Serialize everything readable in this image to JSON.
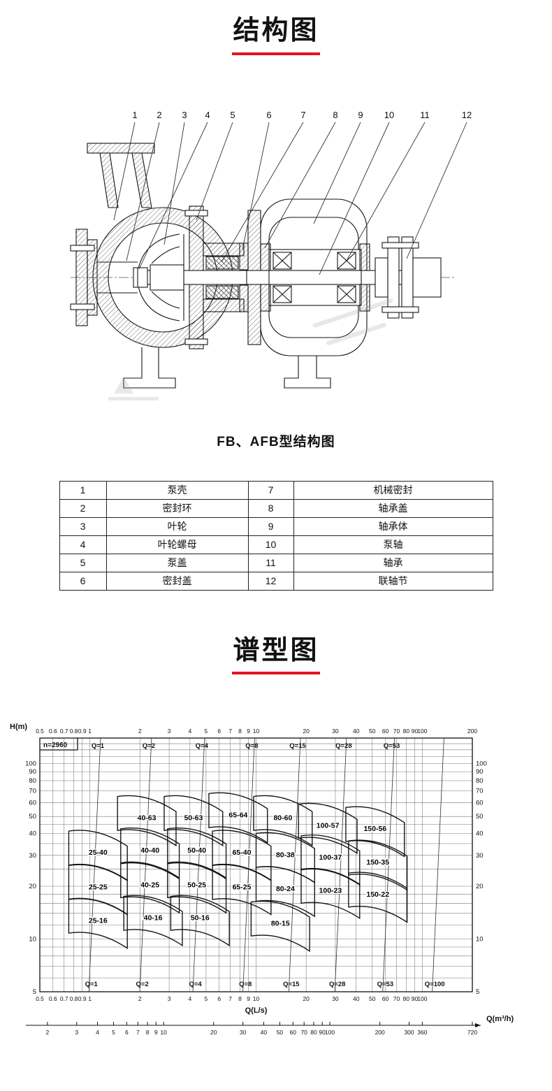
{
  "page": {
    "background": "#ffffff",
    "accent_red": "#e3141e"
  },
  "structure_section": {
    "title": "结构图",
    "caption": "FB、AFB型结构图",
    "callouts": [
      "1",
      "2",
      "3",
      "4",
      "5",
      "6",
      "7",
      "8",
      "9",
      "10",
      "11",
      "12"
    ]
  },
  "parts_table": {
    "rows": [
      [
        "1",
        "泵壳",
        "7",
        "机械密封"
      ],
      [
        "2",
        "密封环",
        "8",
        "轴承盖"
      ],
      [
        "3",
        "叶轮",
        "9",
        "轴承体"
      ],
      [
        "4",
        "叶轮螺母",
        "10",
        "泵轴"
      ],
      [
        "5",
        "泵盖",
        "11",
        "轴承"
      ],
      [
        "6",
        "密封盖",
        "12",
        "联轴节"
      ]
    ]
  },
  "spectrum_section": {
    "title": "谱型图"
  },
  "chart_data": {
    "type": "area",
    "title": "谱型图",
    "speed_label": "n=2960",
    "ylabel": "H(m)",
    "xlabel_ls": "Q(L/s)",
    "xlabel_m3h": "Q(m³/h)",
    "x_range_ls": [
      0.5,
      200
    ],
    "y_range_m": [
      5,
      140
    ],
    "grid": true,
    "legend": "none",
    "x_ticks_ls": [
      0.5,
      0.6,
      0.7,
      0.8,
      0.9,
      1,
      2,
      3,
      4,
      5,
      6,
      7,
      8,
      9,
      10,
      20,
      30,
      40,
      50,
      60,
      70,
      80,
      90,
      100,
      200
    ],
    "y_tick_labels": [
      100,
      90,
      80,
      70,
      60,
      50,
      40,
      30,
      20,
      10,
      5
    ],
    "x_ticks_m3h": [
      2,
      3,
      4,
      5,
      6,
      7,
      8,
      9,
      10,
      20,
      30,
      40,
      50,
      60,
      70,
      80,
      90,
      100,
      200,
      300,
      360,
      720
    ],
    "division_lines": [
      {
        "label": "Q=1",
        "q": 1.16
      },
      {
        "label": "Q=2",
        "q": 2.35
      },
      {
        "label": "Q=4",
        "q": 4.9
      },
      {
        "label": "Q=8",
        "q": 9.8
      },
      {
        "label": "Q=15",
        "q": 18.5
      },
      {
        "label": "Q=28",
        "q": 35
      },
      {
        "label": "Q=53",
        "q": 68
      },
      {
        "label": "Q=100",
        "q": 135,
        "bottom_only": true
      }
    ],
    "regions": [
      {
        "model": "40-63",
        "q_ls": 2.2,
        "h_m": 52
      },
      {
        "model": "50-63",
        "q_ls": 4.2,
        "h_m": 52
      },
      {
        "model": "65-64",
        "q_ls": 7.8,
        "h_m": 54
      },
      {
        "model": "80-60",
        "q_ls": 14.5,
        "h_m": 52
      },
      {
        "model": "100-57",
        "q_ls": 27,
        "h_m": 47
      },
      {
        "model": "150-56",
        "q_ls": 52,
        "h_m": 45
      },
      {
        "model": "25-40",
        "q_ls": 1.12,
        "h_m": 33
      },
      {
        "model": "40-40",
        "q_ls": 2.3,
        "h_m": 34
      },
      {
        "model": "50-40",
        "q_ls": 4.4,
        "h_m": 34
      },
      {
        "model": "65-40",
        "q_ls": 8.2,
        "h_m": 33
      },
      {
        "model": "80-38",
        "q_ls": 15,
        "h_m": 32
      },
      {
        "model": "100-37",
        "q_ls": 28,
        "h_m": 31
      },
      {
        "model": "150-35",
        "q_ls": 54,
        "h_m": 29
      },
      {
        "model": "25-25",
        "q_ls": 1.12,
        "h_m": 21
      },
      {
        "model": "40-25",
        "q_ls": 2.3,
        "h_m": 21.5
      },
      {
        "model": "50-25",
        "q_ls": 4.4,
        "h_m": 21.5
      },
      {
        "model": "65-25",
        "q_ls": 8.2,
        "h_m": 21
      },
      {
        "model": "80-24",
        "q_ls": 15,
        "h_m": 20.5
      },
      {
        "model": "100-23",
        "q_ls": 28,
        "h_m": 20
      },
      {
        "model": "150-22",
        "q_ls": 54,
        "h_m": 19
      },
      {
        "model": "25-16",
        "q_ls": 1.12,
        "h_m": 13.5
      },
      {
        "model": "40-16",
        "q_ls": 2.4,
        "h_m": 14
      },
      {
        "model": "50-16",
        "q_ls": 4.6,
        "h_m": 14
      },
      {
        "model": "80-15",
        "q_ls": 14,
        "h_m": 13
      }
    ]
  }
}
